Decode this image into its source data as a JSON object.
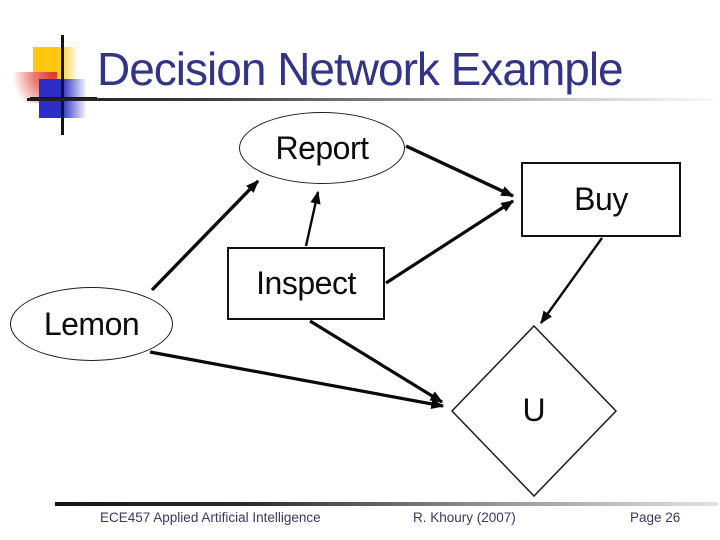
{
  "slide": {
    "title": "Decision Network Example",
    "footer": {
      "course": "ECE457 Applied Artificial Intelligence",
      "author": "R. Khoury (2007)",
      "page": "Page 26"
    }
  },
  "diagram": {
    "nodes": [
      {
        "id": "report",
        "label": "Report",
        "shape": "ellipse"
      },
      {
        "id": "buy",
        "label": "Buy",
        "shape": "rectangle"
      },
      {
        "id": "inspect",
        "label": "Inspect",
        "shape": "rectangle"
      },
      {
        "id": "lemon",
        "label": "Lemon",
        "shape": "ellipse"
      },
      {
        "id": "utility",
        "label": "U",
        "shape": "diamond"
      }
    ],
    "edges": [
      {
        "from": "lemon",
        "to": "report"
      },
      {
        "from": "inspect",
        "to": "report"
      },
      {
        "from": "report",
        "to": "buy"
      },
      {
        "from": "inspect",
        "to": "buy"
      },
      {
        "from": "buy",
        "to": "utility"
      },
      {
        "from": "lemon",
        "to": "utility"
      },
      {
        "from": "inspect",
        "to": "utility"
      }
    ]
  },
  "colors": {
    "title": "#333388",
    "footer_text": "#3a3a5c",
    "node_border": "#111111",
    "edge": "#0a0a0a",
    "logo_yellow": "#fdc70f",
    "logo_red": "#e2362a",
    "logo_blue": "#2d2dc8"
  }
}
